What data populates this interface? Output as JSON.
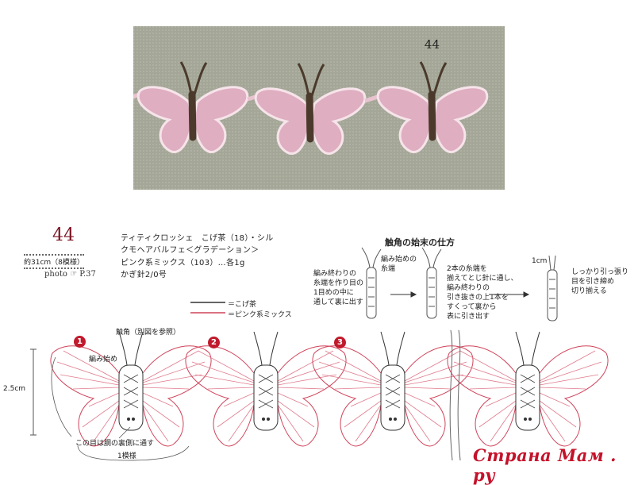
{
  "photo": {
    "number": "44"
  },
  "pattern": {
    "number": "44",
    "size_note": "約31cm（8模様）",
    "photo_ref": "photo ☞ P.37",
    "materials": [
      "ティティクロッシェ　こげ茶（18）・シル",
      "クモヘアバルフェ＜グラデーション＞",
      "ピンク系ミックス（103）…各1g",
      "かぎ針2/0号"
    ],
    "legend": [
      {
        "label": "＝こげ茶",
        "color": "#333333"
      },
      {
        "label": "＝ピンク系ミックス",
        "color": "#d0435a"
      }
    ]
  },
  "antenna_section": {
    "title": "触角の始末の仕方",
    "notes": [
      "編み終わりの\n糸端を作り目の\n1目めの中に\n通して裏に出す",
      "編み始めの\n糸端",
      "2本の糸端を\n揃えてとじ針に通し、\n編み終わりの\n引き抜きの上1本を\nすくって裏から\n表に引き出す",
      "しっかり引っ張り\n目を引き締め\n切り揃える",
      "1cm"
    ]
  },
  "diagram": {
    "steps": [
      "1",
      "2",
      "3"
    ],
    "antenna_label": "触角（別図を参照）",
    "start_label": "編み始め",
    "height_label": "2.5cm",
    "pass_label": "この目は胴の裏側に通す",
    "repeat_label": "1模様"
  },
  "watermark": "Страна Мам . ру",
  "colors": {
    "pink": "#d0435a",
    "brown": "#333333",
    "step_red": "#c01a2c",
    "photo_bg": "#a5a89a"
  }
}
